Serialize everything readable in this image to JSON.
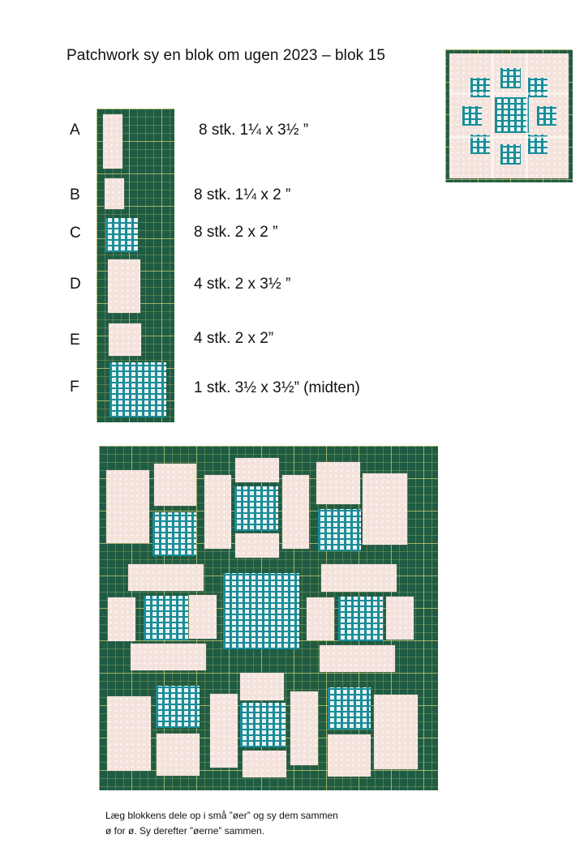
{
  "title": "Patchwork sy en blok om ugen 2023 – blok 15",
  "pieces": [
    {
      "letter": "A",
      "text": "8 stk. 1¼  x 3½ ”"
    },
    {
      "letter": "B",
      "text": "8 stk. 1¼  x 2 ”"
    },
    {
      "letter": "C",
      "text": "8 stk. 2 x 2 ”"
    },
    {
      "letter": "D",
      "text": "4 stk. 2 x 3½ ”"
    },
    {
      "letter": "E",
      "text": "4 stk. 2 x 2”"
    },
    {
      "letter": "F",
      "text": "1 stk. 3½ x 3½” (midten)"
    }
  ],
  "note": {
    "line1": "Læg blokkens dele op i små ”øer” og sy dem sammen",
    "line2": "ø for ø. Sy derefter ”øerne”  sammen."
  },
  "colors": {
    "mat": "#1f5c43",
    "fabric_light": "#f4e3dc",
    "fabric_teal": "#1a8d98"
  }
}
